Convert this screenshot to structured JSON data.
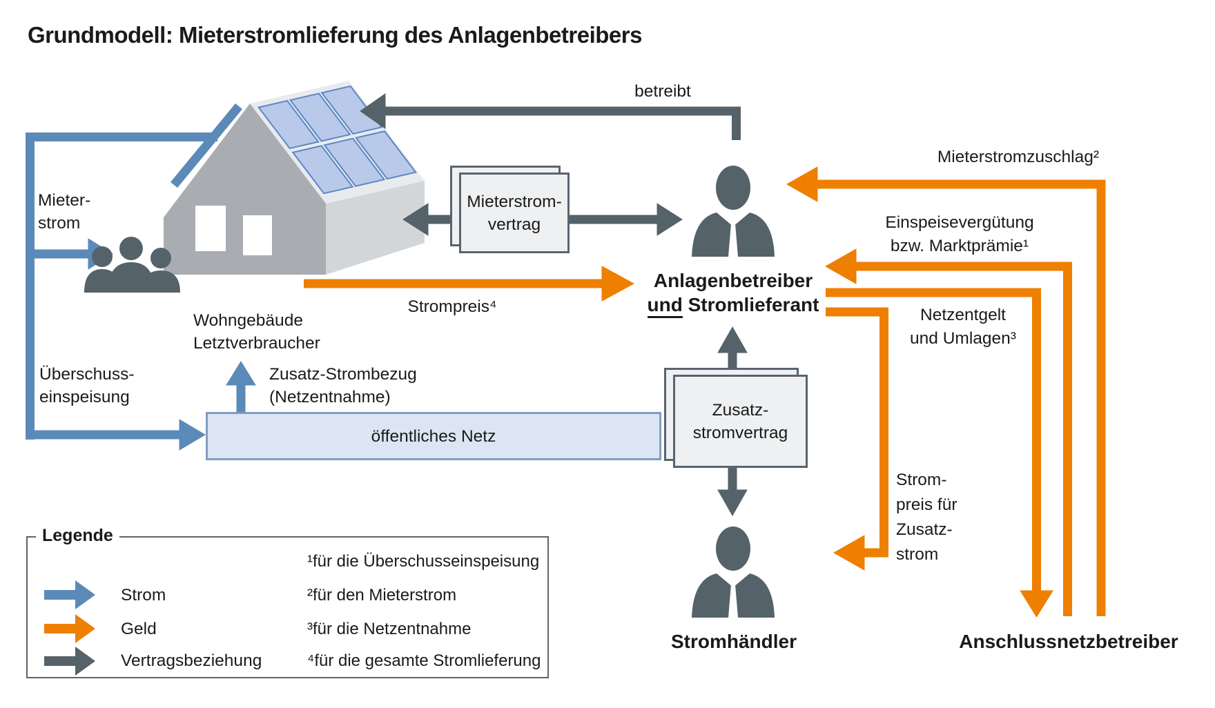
{
  "title": "Grundmodell: Mieterstromlieferung des Anlagenbetreibers",
  "colors": {
    "strom": "#5b8ab8",
    "geld": "#ee7f00",
    "vertragsbeziehung": "#556269",
    "panel_blue": "#b9c9ea",
    "house_front": "#a9adb2",
    "house_side": "#d3d6d9",
    "netz_fill": "#dbe5f3"
  },
  "house": {
    "caption": [
      "Wohngebäude",
      "Letztverbraucher"
    ]
  },
  "flows": {
    "mieterstrom": {
      "label": [
        "Mieter-",
        "strom"
      ],
      "type": "strom"
    },
    "ueberschusseinspeisung": {
      "label": [
        "Überschuss-",
        "einspeisung"
      ],
      "type": "strom"
    },
    "zusatz_strombezug": {
      "label": [
        "Zusatz-Strombezug",
        "(Netzentnahme)"
      ],
      "type": "strom"
    },
    "strompreis": {
      "label": "Strompreis⁴",
      "type": "geld"
    },
    "betreibt": {
      "label": "betreibt",
      "type": "vertragsbeziehung"
    },
    "mieterstromzuschlag": {
      "label": "Mieterstromzuschlag²",
      "type": "geld"
    },
    "einspeiseverguetung": {
      "label": [
        "Einspeisevergütung",
        "bzw. Marktprämie¹"
      ],
      "type": "geld"
    },
    "netzentgelt": {
      "label": [
        "Netzentgelt",
        "und Umlagen³"
      ],
      "type": "geld"
    },
    "strompreis_zusatzstrom": {
      "label": [
        "Strom-",
        "preis für",
        "Zusatz-",
        "strom"
      ],
      "type": "geld"
    }
  },
  "nodes": {
    "oeffentliches_netz": "öffentliches Netz",
    "mieterstromvertrag": [
      "Mieterstrom-",
      "vertrag"
    ],
    "zusatzstromvertrag": [
      "Zusatz-",
      "stromvertrag"
    ],
    "anlagenbetreiber": {
      "line1": "Anlagenbetreiber",
      "line2_prefix": "und",
      "line2_rest": " Stromlieferant"
    },
    "stromhaendler": "Stromhändler",
    "anschlussnetzbetreiber": "Anschlussnetzbetreiber"
  },
  "legend": {
    "title": "Legende",
    "items": [
      {
        "label": "Strom",
        "color_key": "strom"
      },
      {
        "label": "Geld",
        "color_key": "geld"
      },
      {
        "label": "Vertragsbeziehung",
        "color_key": "vertragsbeziehung"
      }
    ],
    "footnotes": [
      "¹für die Überschusseinspeisung",
      "²für den Mieterstrom",
      "³für die Netzentnahme",
      "⁴für die gesamte Stromlieferung"
    ]
  }
}
